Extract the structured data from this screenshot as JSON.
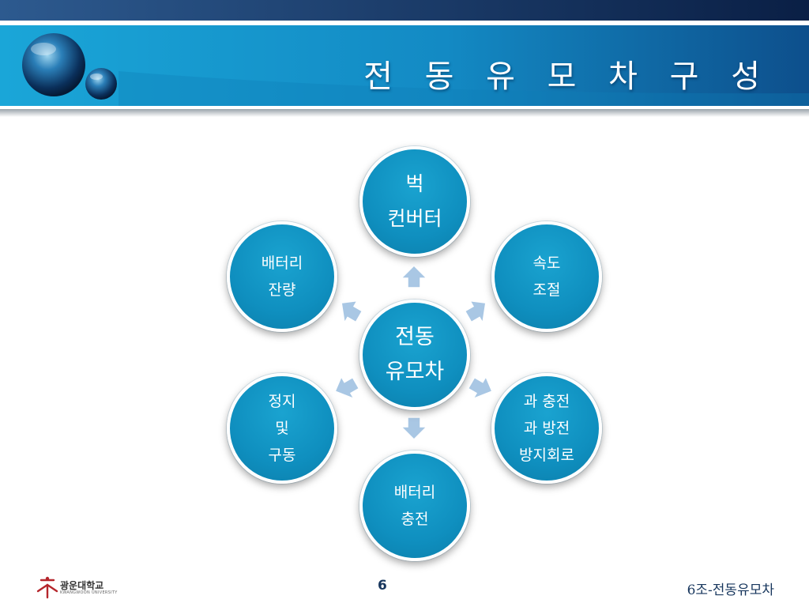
{
  "slide": {
    "title": "전 동 유 모 차 구 성",
    "page_number": "6",
    "footer_title": "6조-전동유모차"
  },
  "logo": {
    "name": "광운대학교",
    "sub": "KWANGWOON UNIVERSITY"
  },
  "diagram": {
    "center": [
      "전동",
      "유모차"
    ],
    "nodes": {
      "top": [
        "벅",
        "컨버터"
      ],
      "upper_right": [
        "속도",
        "조절"
      ],
      "lower_right": [
        "과 충전",
        "과 방전",
        "방지회로"
      ],
      "bottom": [
        "배터리",
        "충전"
      ],
      "lower_left": [
        "정지",
        "및",
        "구동"
      ],
      "upper_left": [
        "배터리",
        "잔량"
      ]
    }
  },
  "colors": {
    "header_dark": "#0b2a55",
    "header_blue": "#1690c8",
    "node_blue": "#0f8fbf",
    "arrow": "#a9c7e4"
  }
}
